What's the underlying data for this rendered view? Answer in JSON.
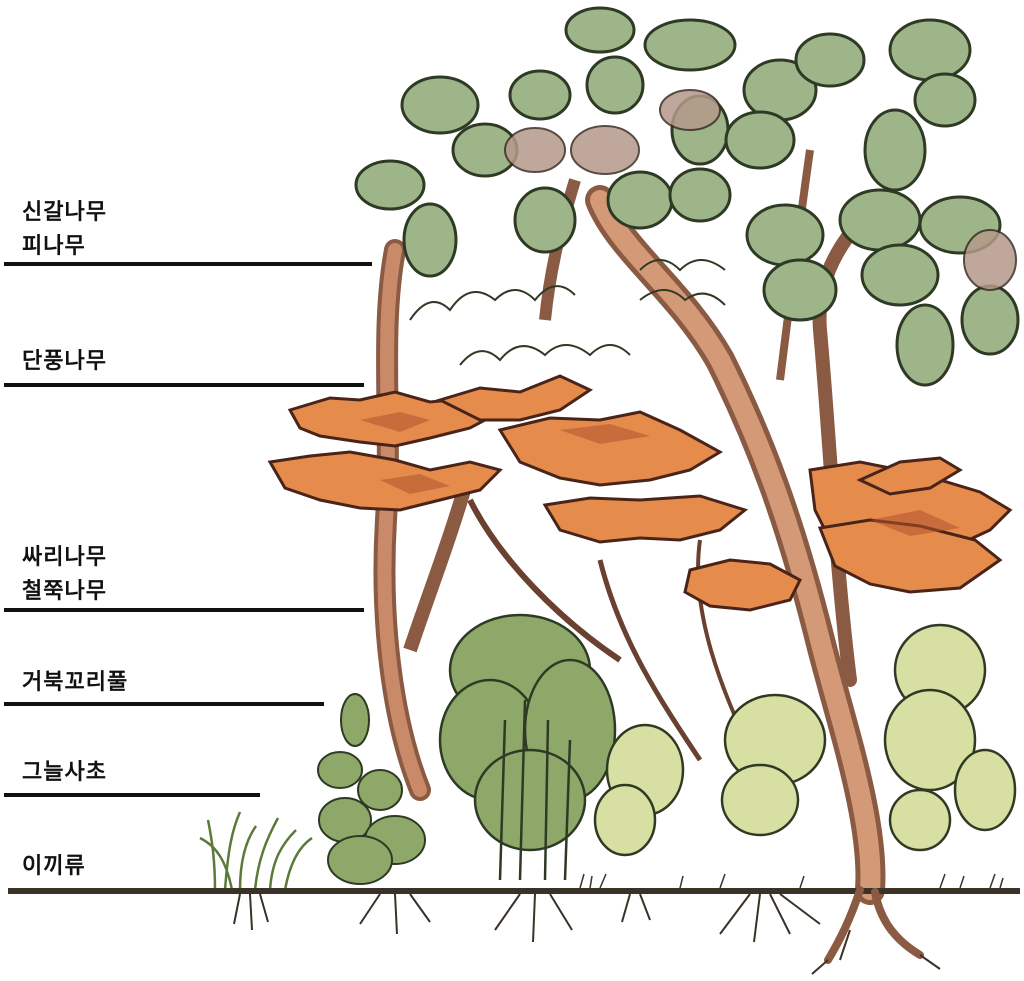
{
  "layers": [
    {
      "lines": [
        "신갈나무",
        "피나무"
      ]
    },
    {
      "lines": [
        "단풍나무"
      ]
    },
    {
      "lines": [
        "싸리나무",
        "철쭉나무"
      ]
    },
    {
      "lines": [
        "거북꼬리풀"
      ]
    },
    {
      "lines": [
        "그늘사초"
      ]
    },
    {
      "lines": [
        "이끼류"
      ]
    }
  ],
  "colors": {
    "canopy_leaf": "#9eb58a",
    "maple_leaf": "#e58b4c",
    "shrub_leaf": "#8ea86a",
    "pale_shrub": "#d8dfa3",
    "trunk": "#c98a6a",
    "ground": "#3a3226"
  }
}
